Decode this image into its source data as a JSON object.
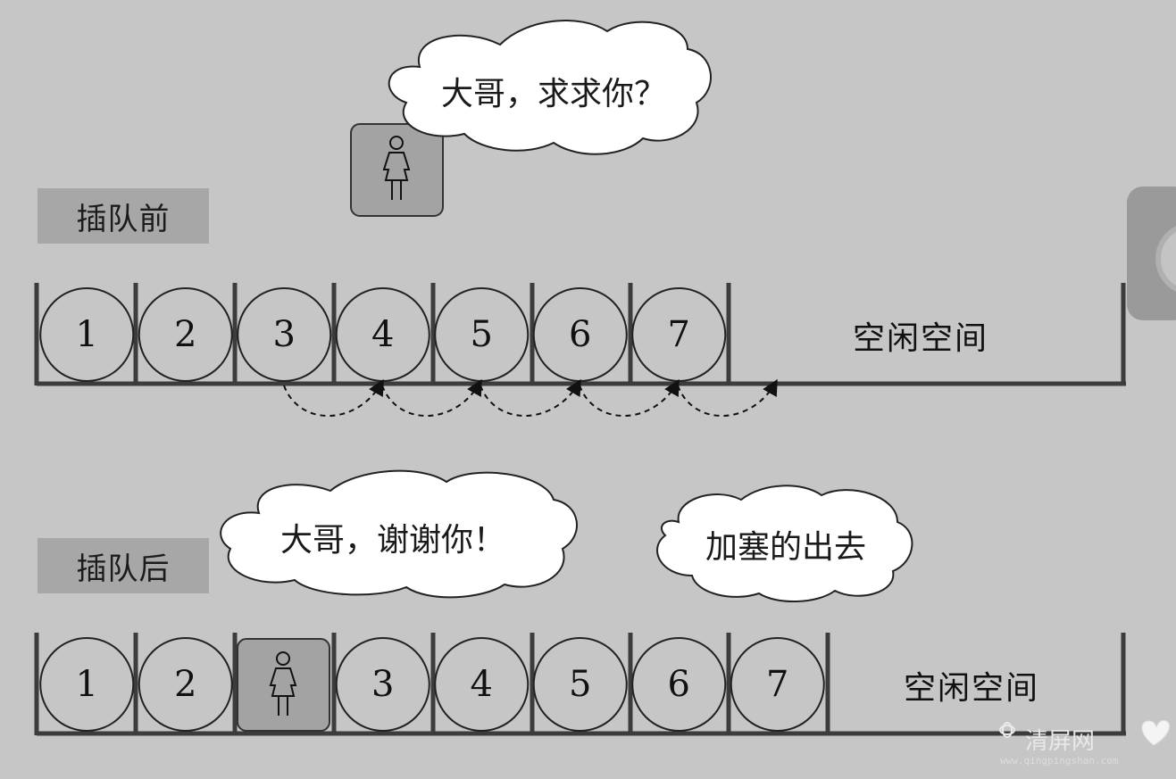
{
  "before": {
    "label": "插队前",
    "items": [
      "1",
      "2",
      "3",
      "4",
      "5",
      "6",
      "7"
    ],
    "free_space": "空闲空间",
    "bubble": "大哥，求求你？"
  },
  "after": {
    "label": "插队后",
    "items": [
      "1",
      "2",
      "person",
      "3",
      "4",
      "5",
      "6",
      "7"
    ],
    "free_space": "空闲空间",
    "bubble_thanks": "大哥，谢谢你！",
    "bubble_squeeze": "加塞的出去"
  },
  "watermark": {
    "name": "清屏网",
    "url": "www.qingpingshan.com"
  },
  "colors": {
    "background": "#c6c6c6",
    "tag_fill": "#a7a7a7",
    "person_box": "#a3a3a3",
    "line": "#3c3c3c"
  }
}
